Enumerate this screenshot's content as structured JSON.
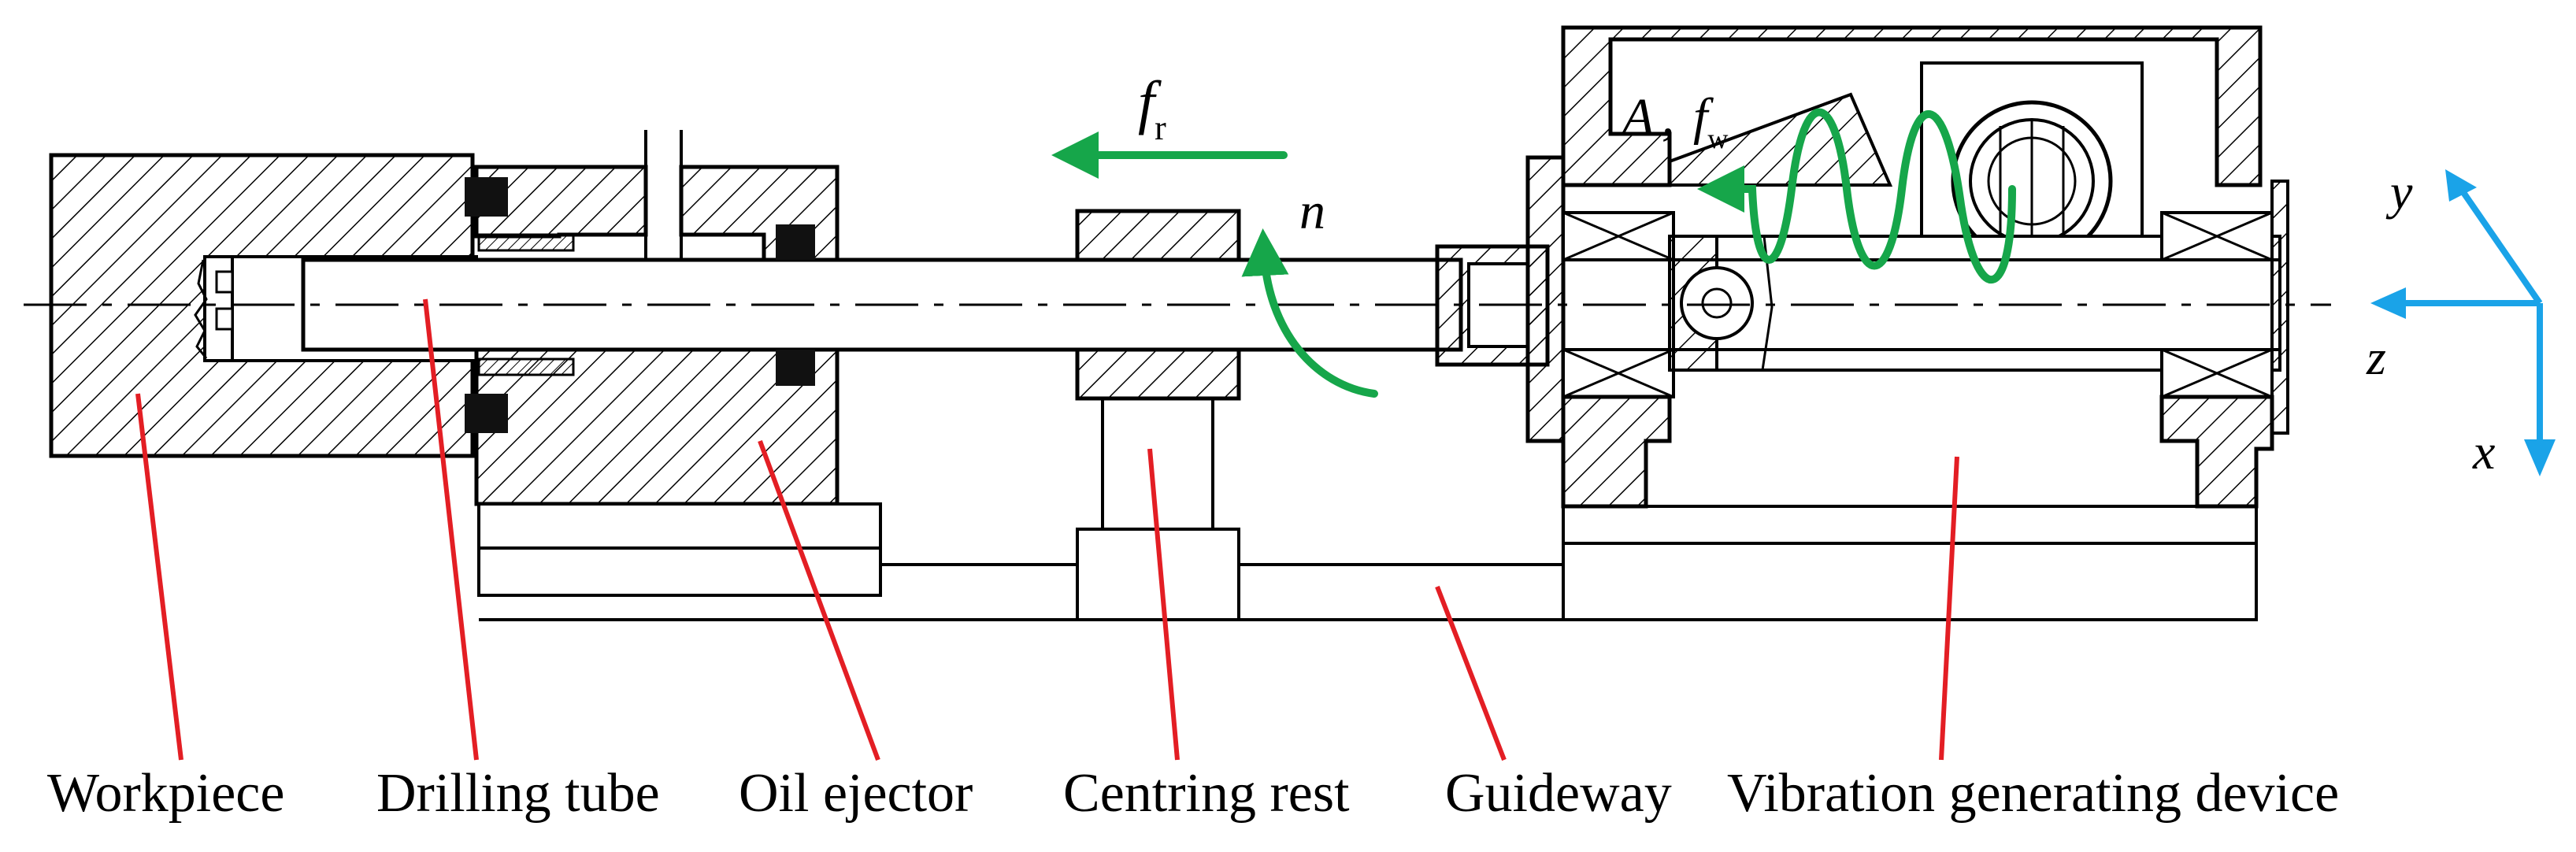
{
  "labels": {
    "workpiece": "Workpiece",
    "drilling_tube": "Drilling tube",
    "oil_ejector": "Oil ejector",
    "centring_rest": "Centring rest",
    "guideway": "Guideway",
    "vibration_device": "Vibration generating device"
  },
  "symbols": {
    "fr_main": "f",
    "fr_sub": "r",
    "n": "n",
    "amplitude": "A",
    "comma": ",",
    "fw_main": "f",
    "fw_sub": "w",
    "axis_y": "y",
    "axis_z": "z",
    "axis_x": "x"
  },
  "colors": {
    "leader_lines": "#e31e24",
    "motion_arrows": "#16a64a",
    "coordinate_axes": "#1aa3e8",
    "outline": "#000000"
  }
}
